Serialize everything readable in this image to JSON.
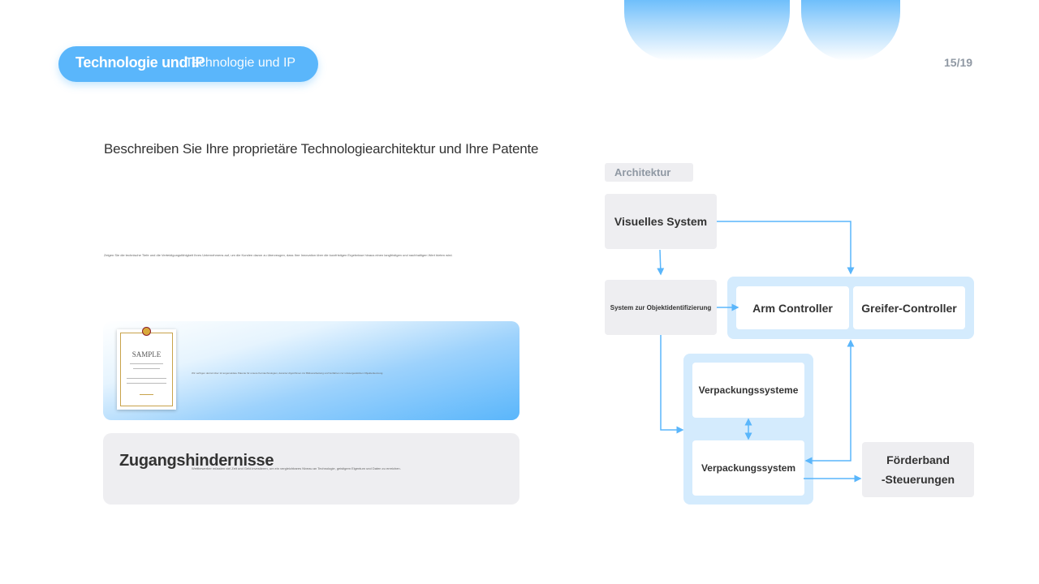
{
  "header": {
    "section_title": "Technologie und IP",
    "section_subtitle": "Technologie und IP",
    "page_number": "15/19"
  },
  "main": {
    "subtitle": "Beschreiben Sie Ihre proprietäre Technologiearchitektur und Ihre Patente",
    "intro_text": "Zeigen Sie die technische Tiefe und die Verteidigungsfähigkeit Ihres Unternehmens auf, um die Kunden davon zu überzeugen, dass Ihre Innovation über die kurzfristigen Ergebnisse hinaus einen langfristigen und nachhaltigen Wert bieten wird.",
    "patent_card": {
      "certificate_label": "SAMPLE",
      "text": "Wir verfügen derzeit über 12 angemeldete Patente für unsere Kerntechnologien, darunter Algorithmen zur Bildverarbeitung und Verfahren zur robotergestützten Objekterkennung."
    },
    "barriers_card": {
      "title": "Zugangshindernisse",
      "text": "Wettbewerber müssten viel Zeit und Geld investieren, um ein vergleichbares Niveau an Technologie, geistigem Eigentum und Daten zu erreichen."
    }
  },
  "architecture": {
    "tag": "Architektur",
    "nodes": {
      "visual_system": "Visuelles System",
      "object_identification": "System zur Objektidentifizierung",
      "arm_controller": "Arm Controller",
      "gripper_controller": "Greifer-Controller",
      "packaging_systems": "Verpackungssysteme",
      "packaging_system": "Verpackungssystem",
      "conveyor_line1": "Förderband",
      "conveyor_line2": "-Steuerungen"
    }
  },
  "colors": {
    "accent": "#5ab6fb",
    "light_accent": "#d4ebfd",
    "card_grey": "#eeeef1",
    "muted_text": "#8f98a3"
  }
}
